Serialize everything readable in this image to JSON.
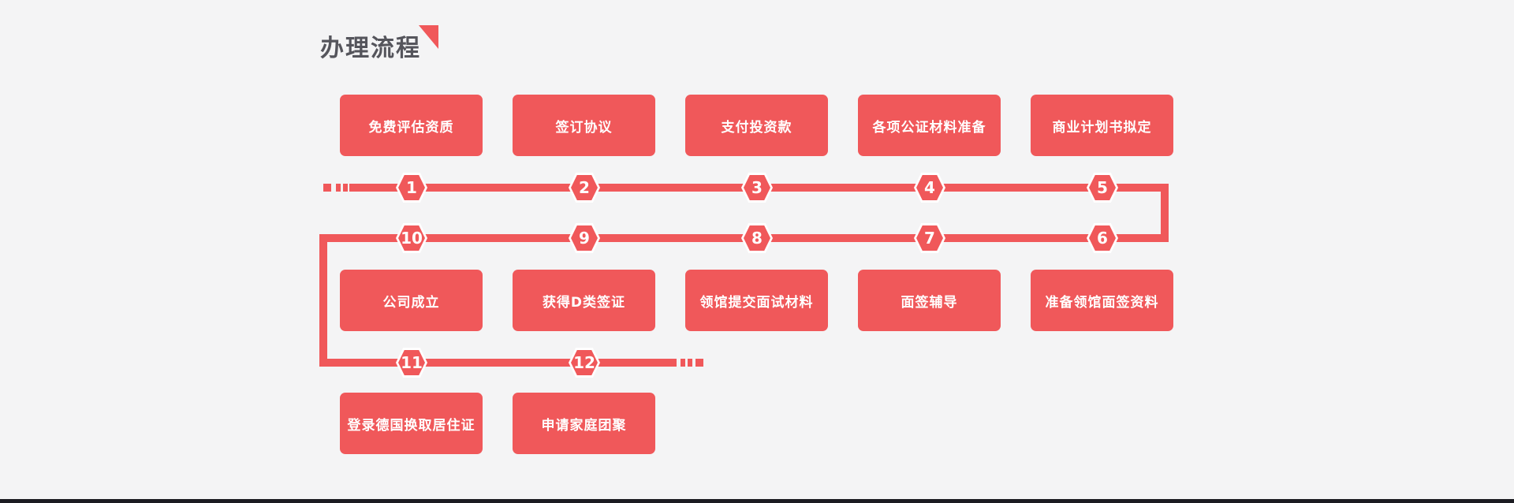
{
  "theme": {
    "background": "#f4f4f5",
    "accent": "#f0585a",
    "title_color": "#55555c",
    "box_text_color": "#ffffff",
    "footer_bar_color": "#1b1b21"
  },
  "header": {
    "title": "办理流程"
  },
  "flow": {
    "rows": [
      {
        "boxes": [
          "免费评估资质",
          "签订协议",
          "支付投资款",
          "各项公证材料准备",
          "商业计划书拟定"
        ],
        "steps": [
          "1",
          "2",
          "3",
          "4",
          "5"
        ]
      },
      {
        "boxes": [
          "公司成立",
          "获得D类签证",
          "领馆提交面试材料",
          "面签辅导",
          "准备领馆面签资料"
        ],
        "steps": [
          "10",
          "9",
          "8",
          "7",
          "6"
        ]
      },
      {
        "boxes": [
          "登录德国换取居住证",
          "申请家庭团聚"
        ],
        "steps": [
          "11",
          "12"
        ]
      }
    ]
  }
}
